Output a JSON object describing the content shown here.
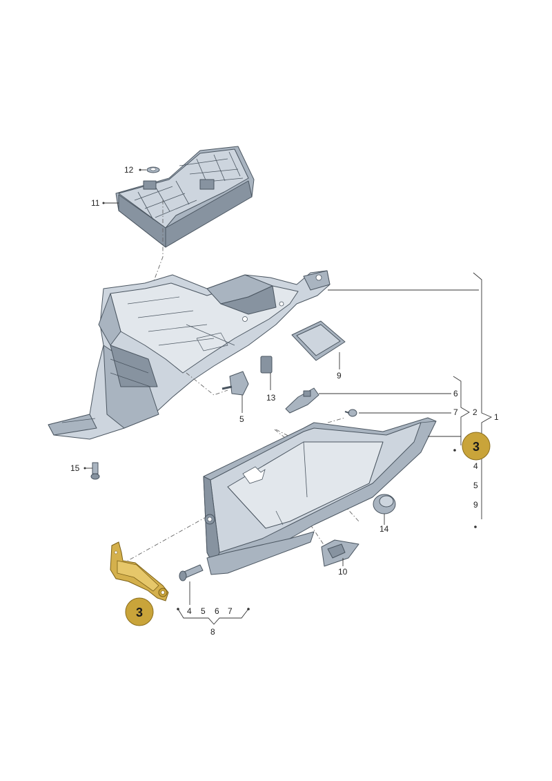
{
  "colors": {
    "part_dark": "#8793a0",
    "part_mid": "#a9b4c0",
    "part_light": "#cdd5de",
    "highlight": "#d4b04c",
    "callout_fill": "#c9a43a",
    "line": "#333333"
  },
  "labels": {
    "l1": "1",
    "l2": "2",
    "l4a": "4",
    "l5a": "5",
    "l9a": "9",
    "l4b": "4",
    "l5b": "5",
    "l6b": "6",
    "l7b": "7",
    "l5": "5",
    "l6": "6",
    "l7": "7",
    "l8": "8",
    "l9": "9",
    "l10": "10",
    "l11": "11",
    "l12": "12",
    "l13": "13",
    "l14": "14",
    "l15": "15"
  },
  "callouts": {
    "right": "3",
    "left": "3"
  }
}
